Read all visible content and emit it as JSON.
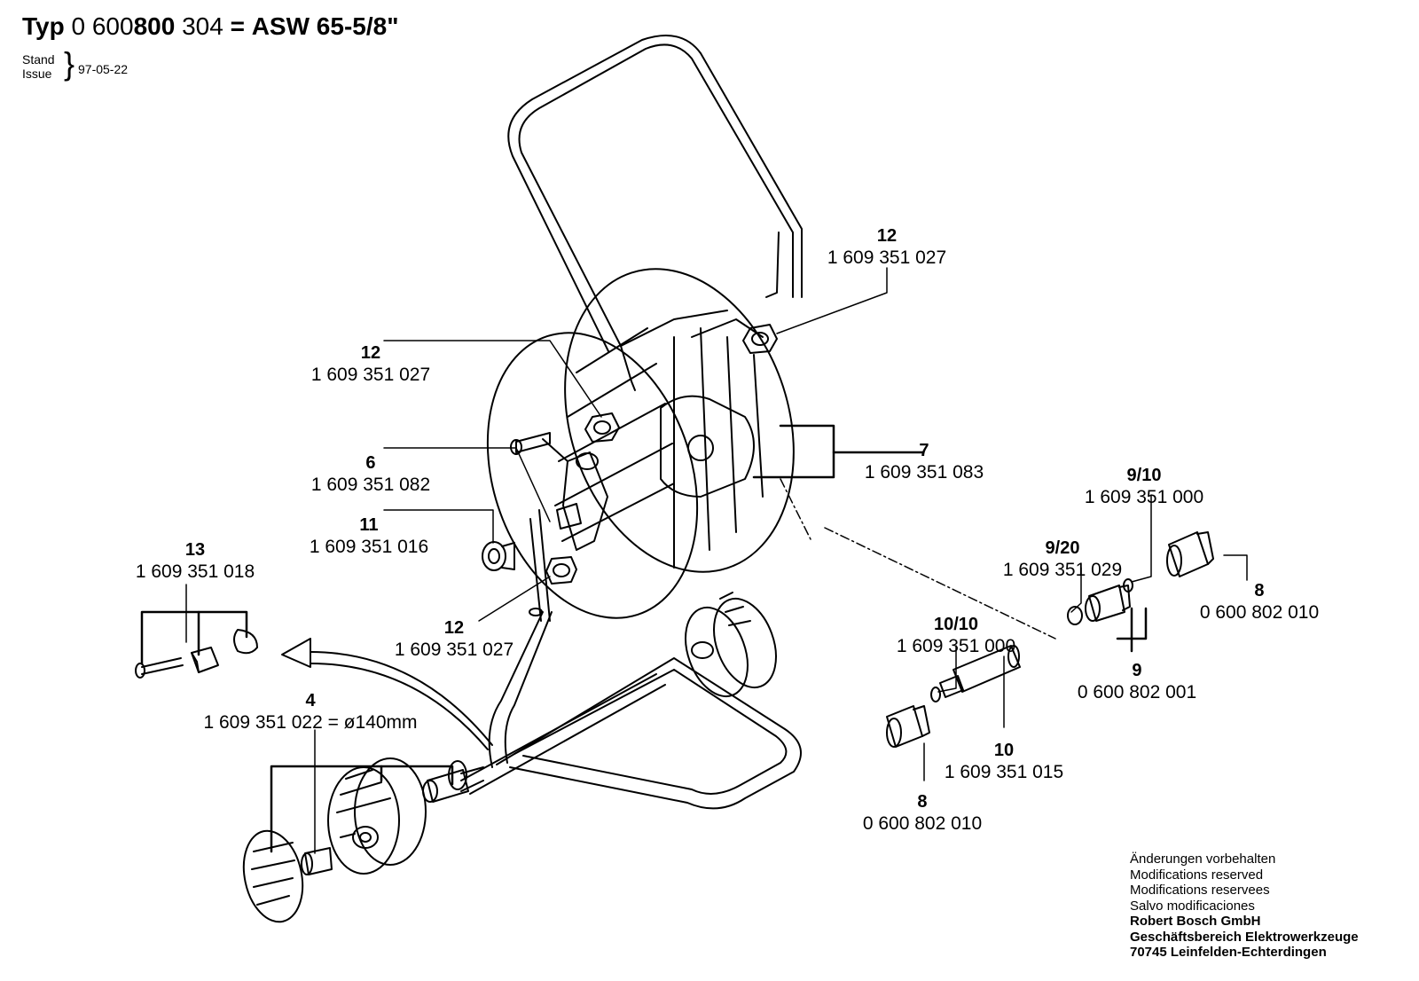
{
  "header": {
    "typ_word": "Typ",
    "num_0": "0",
    "num_600": "600",
    "num_800": "800",
    "num_304": "304",
    "equals": "=",
    "model": "ASW 65-5/8\"",
    "stand_label": "Stand",
    "issue_label": "Issue",
    "date": "97-05-22"
  },
  "callouts": [
    {
      "num": "12",
      "part": "1 609 351 027"
    },
    {
      "num": "12",
      "part": "1 609 351 027"
    },
    {
      "num": "6",
      "part": "1 609 351 082"
    },
    {
      "num": "7",
      "part": "1 609 351 083"
    },
    {
      "num": "11",
      "part": "1 609 351 016"
    },
    {
      "num": "13",
      "part": "1 609 351 018"
    },
    {
      "num": "12",
      "part": "1 609 351 027"
    },
    {
      "num": "4",
      "part": "1 609 351 022 = ø140mm"
    },
    {
      "num": "9/10",
      "part": "1 609 351 000"
    },
    {
      "num": "9/20",
      "part": "1 609 351 029"
    },
    {
      "num": "8",
      "part": "0 600 802 010"
    },
    {
      "num": "10/10",
      "part": "1 609 351 000"
    },
    {
      "num": "9",
      "part": "0 600 802 001"
    },
    {
      "num": "10",
      "part": "1 609 351 015"
    },
    {
      "num": "8",
      "part": "0 600 802 010"
    }
  ],
  "footer": {
    "line1": "Änderungen vorbehalten",
    "line2": "Modifications reserved",
    "line3": "Modifications reservees",
    "line4": "Salvo modificaciones",
    "company": "Robert Bosch GmbH",
    "division": "Geschäftsbereich Elektrowerkzeuge",
    "address": "70745 Leinfelden-Echterdingen"
  }
}
